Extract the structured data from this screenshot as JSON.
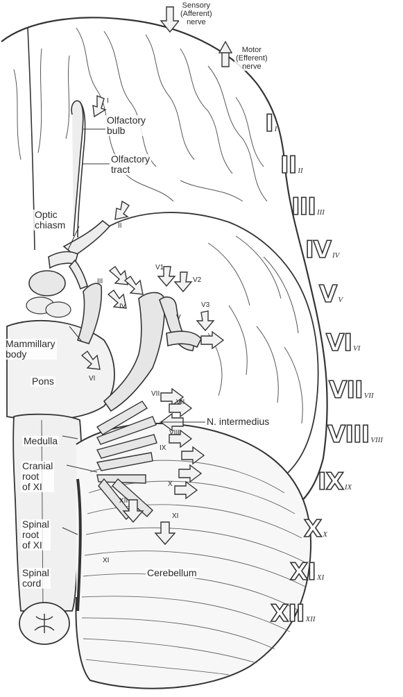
{
  "legend": {
    "sensory": "Sensory\n(Afferent)\nnerve",
    "motor": "Motor\n(Efferent)\nnerve"
  },
  "structures": {
    "olfactory_bulb": "Olfactory\nbulb",
    "olfactory_tract": "Olfactory\ntract",
    "optic_chiasm": "Optic\nchiasm",
    "mammillary_body": "Mammillary\nbody",
    "pons": "Pons",
    "medulla": "Medulla",
    "cranial_root": "Cranial\nroot\nof XI",
    "spinal_root": "Spinal\nroot\nof XI",
    "spinal_cord": "Spinal\ncord",
    "cerebellum": "Cerebellum",
    "n_intermedius": "N. intermedius"
  },
  "nerve_tags": {
    "I": "I",
    "II": "II",
    "III": "III",
    "IV": "IV",
    "V": "V",
    "V1": "V1",
    "V2": "V2",
    "V3": "V3",
    "VI": "VI",
    "VII_a": "VII",
    "VII_b": "VII",
    "VIII": "VIII",
    "IX": "IX",
    "X": "X",
    "XI_a": "XI",
    "XI_b": "XI",
    "XII": "XII"
  },
  "numerals": [
    {
      "big": "I",
      "small": "I"
    },
    {
      "big": "II",
      "small": "II"
    },
    {
      "big": "III",
      "small": "III"
    },
    {
      "big": "IV",
      "small": "IV"
    },
    {
      "big": "V",
      "small": "V"
    },
    {
      "big": "VI",
      "small": "VI"
    },
    {
      "big": "VII",
      "small": "VII"
    },
    {
      "big": "VIII",
      "small": "VIII"
    },
    {
      "big": "IX",
      "small": "IX"
    },
    {
      "big": "X",
      "small": "X"
    },
    {
      "big": "XI",
      "small": "XI"
    },
    {
      "big": "XII",
      "small": "XII"
    }
  ],
  "colors": {
    "ink": "#2a2a2a",
    "paper": "#ffffff",
    "nerve_fill": "#e6e6e6"
  }
}
